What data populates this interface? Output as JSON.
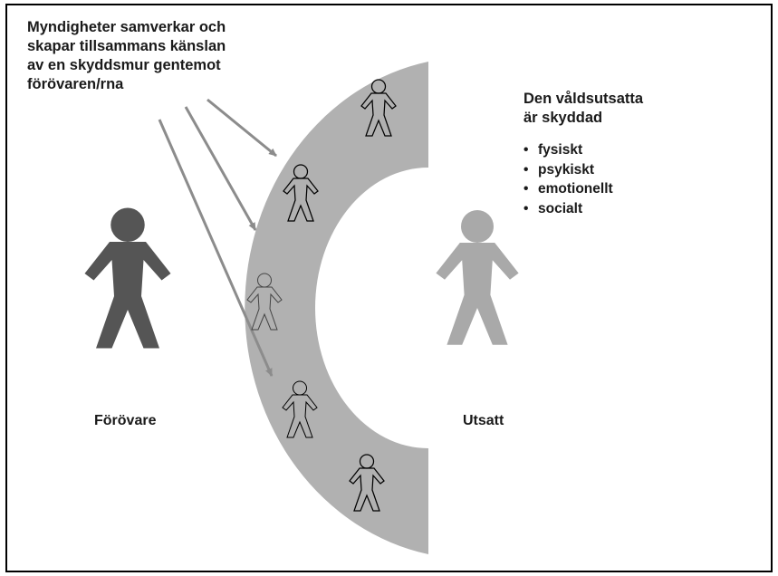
{
  "caption": {
    "lines": [
      "Myndigheter samverkar och",
      "skapar tillsammans känslan",
      "av en skyddsmur gentemot",
      "förövaren/rna"
    ]
  },
  "victim_info": {
    "title_lines": [
      "Den våldsutsatta",
      "är skyddad"
    ],
    "bullets": [
      "fysiskt",
      "psykiskt",
      "emotionellt",
      "socialt"
    ]
  },
  "labels": {
    "perpetrator": "Förövare",
    "victim": "Utsatt"
  },
  "colors": {
    "perpetrator": "#555555",
    "victim": "#a9a9a9",
    "wall": "#b1b1b1",
    "arrow": "#8c8c8c",
    "text": "#1a1a1a"
  }
}
